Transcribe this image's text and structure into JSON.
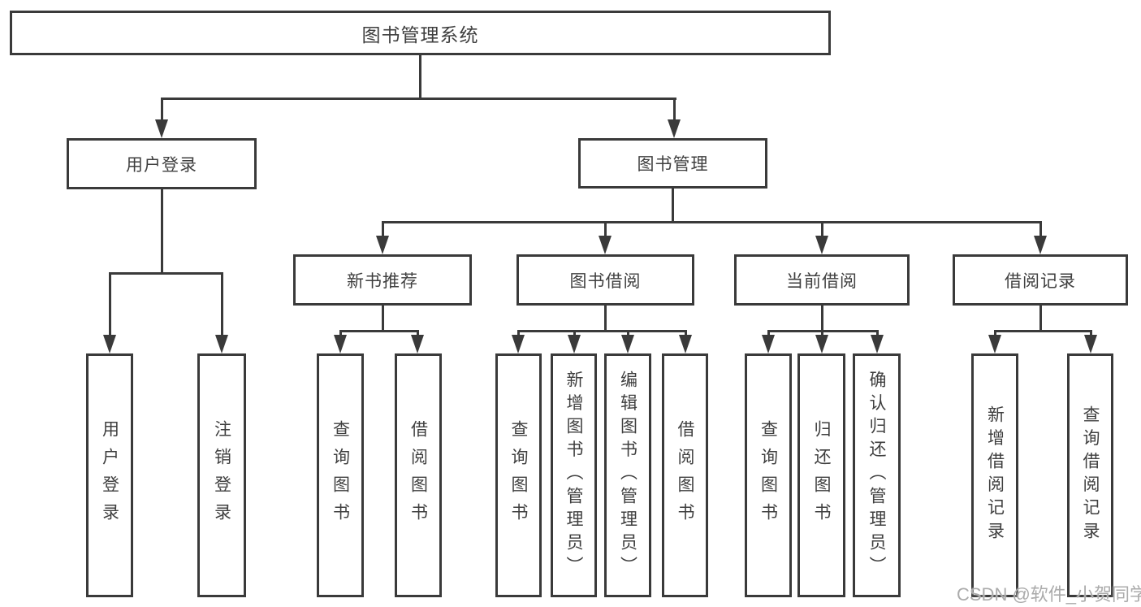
{
  "diagram": {
    "title": "图书管理系统",
    "nodes": {
      "root": "图书管理系统",
      "user_login": "用户登录",
      "book_mgmt": "图书管理",
      "new_books": "新书推荐",
      "book_borrow": "图书借阅",
      "current_borrow": "当前借阅",
      "borrow_records": "借阅记录",
      "leaves": {
        "user_login": [
          "用户登录",
          "注销登录"
        ],
        "new_books": [
          "查询图书",
          "借阅图书"
        ],
        "book_borrow": [
          "查询图书",
          "新增图书（管理员）",
          "编辑图书（管理员）",
          "借阅图书"
        ],
        "current_borrow": [
          "查询图书",
          "归还图书",
          "确认归还（管理员）"
        ],
        "borrow_records": [
          "新增借阅记录",
          "查询借阅记录"
        ]
      }
    }
  },
  "watermark": "CSDN @软件_小贺同学",
  "colors": {
    "line": "#3a3a3a",
    "text": "#3f3f3f",
    "watermark": "#ababab",
    "background": "#ffffff"
  }
}
